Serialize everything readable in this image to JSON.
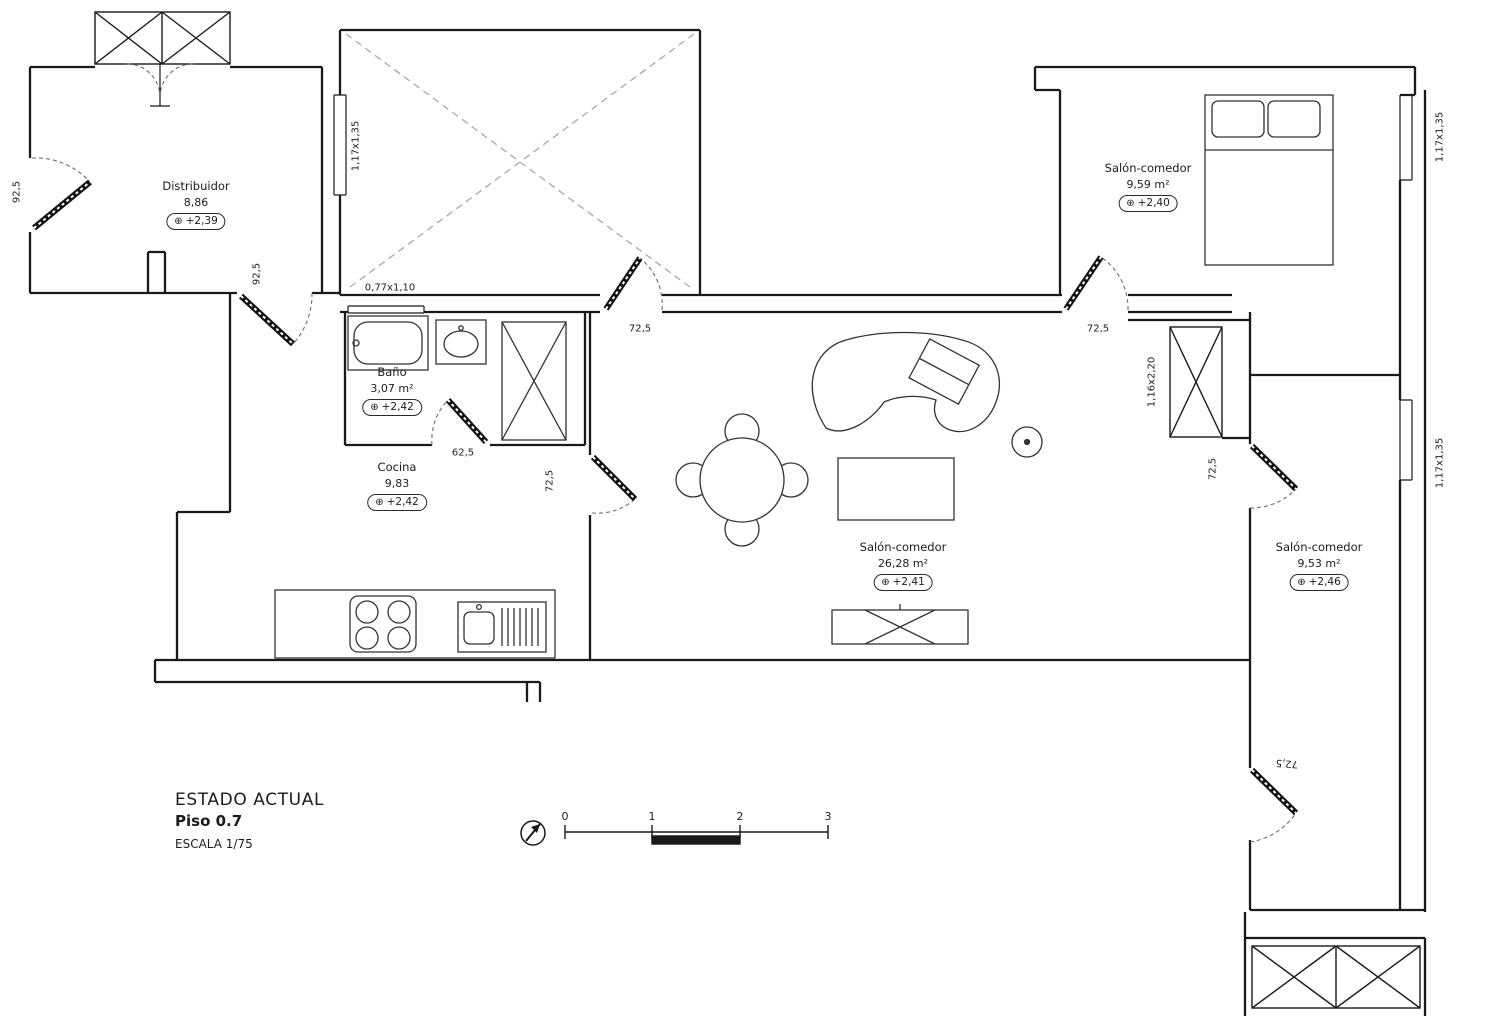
{
  "symbols": {
    "level": "⊕"
  },
  "title_block": {
    "project_state": "ESTADO ACTUAL",
    "floor": "Piso 0.7",
    "scale": "ESCALA 1/75"
  },
  "scale_bar": {
    "labels": [
      "0",
      "1",
      "2",
      "3"
    ]
  },
  "rooms": {
    "distribuidor": {
      "name": "Distribuidor",
      "area": "8,86",
      "level": "+2,39"
    },
    "bano": {
      "name": "Baño",
      "area": "3,07 m²",
      "level": "+2,42"
    },
    "cocina": {
      "name": "Cocina",
      "area": "9,83",
      "level": "+2,42"
    },
    "salon_comedor_top": {
      "name": "Salón-comedor",
      "area": "9,59 m²",
      "level": "+2,40"
    },
    "salon_comedor_main": {
      "name": "Salón-comedor",
      "area": "26,28 m²",
      "level": "+2,41"
    },
    "salon_comedor_right": {
      "name": "Salón-comedor",
      "area": "9,53 m²",
      "level": "+2,46"
    }
  },
  "dimensions": {
    "entry_door_width": "92,5",
    "hall_door_width": "92,5",
    "patio_window": "1,17x1,35",
    "bath_window": "0,77x1,10",
    "bath_door_width": "62,5",
    "kitchen_door_width": "72,5",
    "patio_door_width": "72,5",
    "bedroom_door_width": "72,5",
    "right_room_door_width": "72,5",
    "bottom_door_width": "72,5",
    "shaft_size": "1,16x2,20",
    "top_right_window": "1,17x1,35",
    "right_window": "1,17x1,35"
  }
}
